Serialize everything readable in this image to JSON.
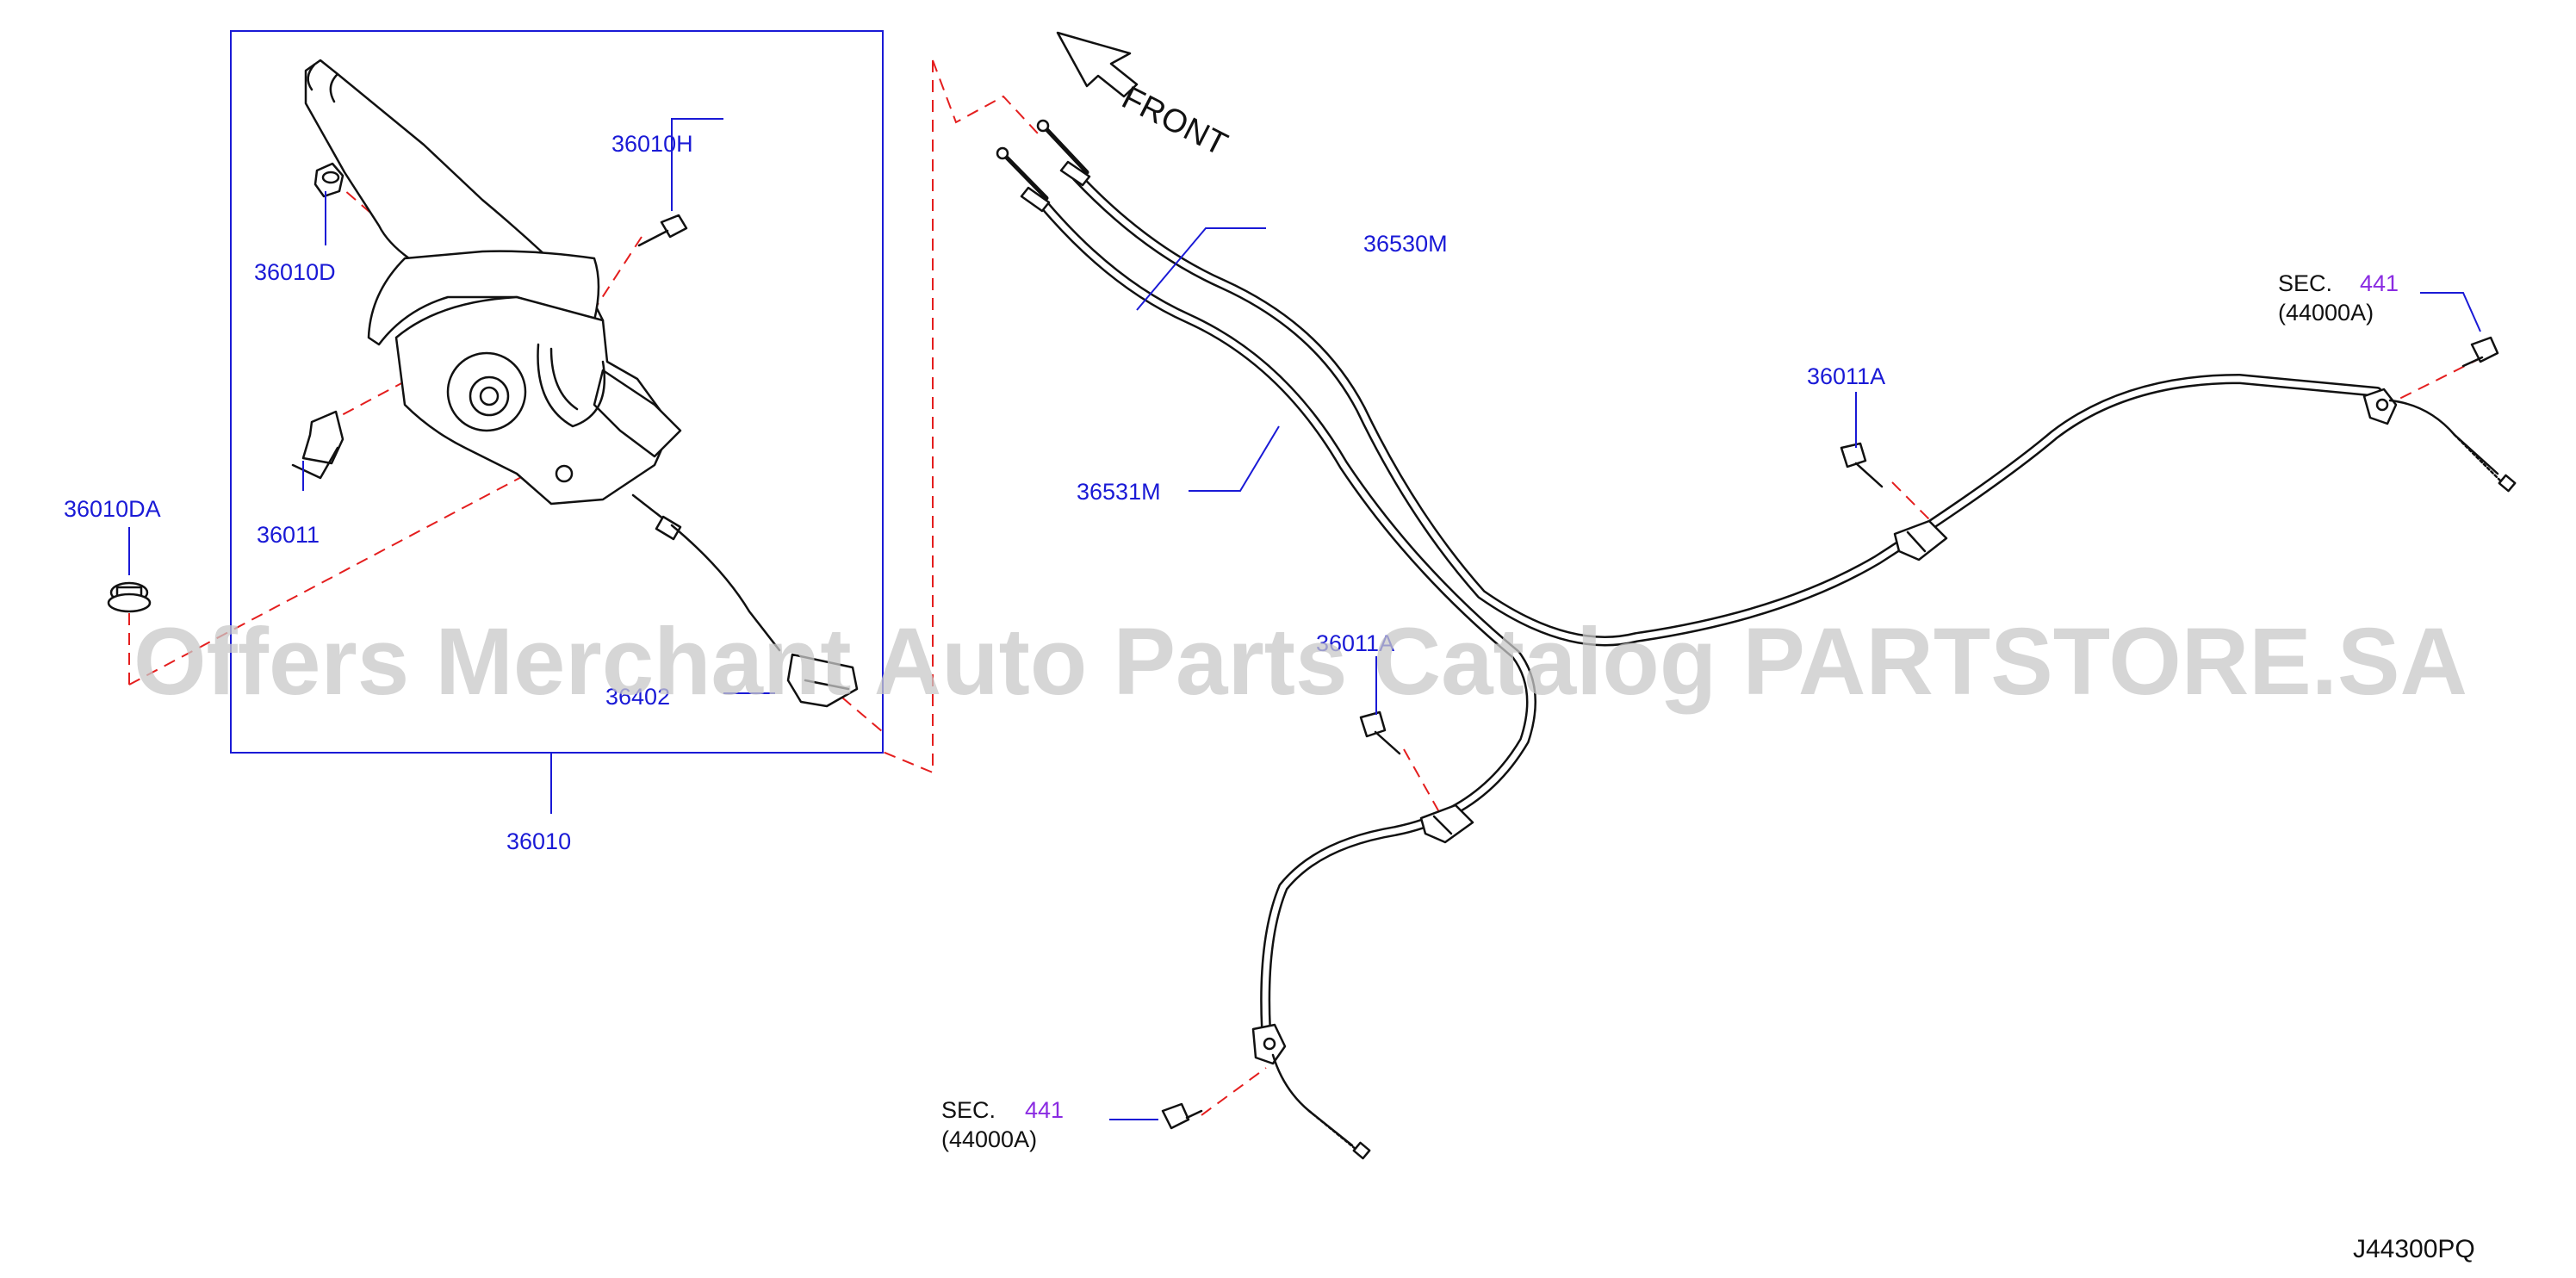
{
  "watermark": "Offers Merchant Auto Parts Catalog PARTSTORE.SA",
  "direction_label": "FRONT",
  "diagram_code": "J44300PQ",
  "part_labels": {
    "p36010H": "36010H",
    "p36010D": "36010D",
    "p36011": "36011",
    "p36010DA": "36010DA",
    "p36402": "36402",
    "p36010": "36010",
    "p36530M": "36530M",
    "p36531M": "36531M",
    "p36011A_right": "36011A",
    "p36011A_center": "36011A"
  },
  "section_refs": {
    "right": {
      "sec": "SEC.",
      "number": "441",
      "part": "(44000A)"
    },
    "bottom": {
      "sec": "SEC.",
      "number": "441",
      "part": "(44000A)"
    }
  },
  "colors": {
    "label": "#1a1ad6",
    "section_number": "#8a2be2",
    "dashed_guide": "#e41e1e",
    "linework": "#111111",
    "watermark": "#c8c8c8"
  }
}
